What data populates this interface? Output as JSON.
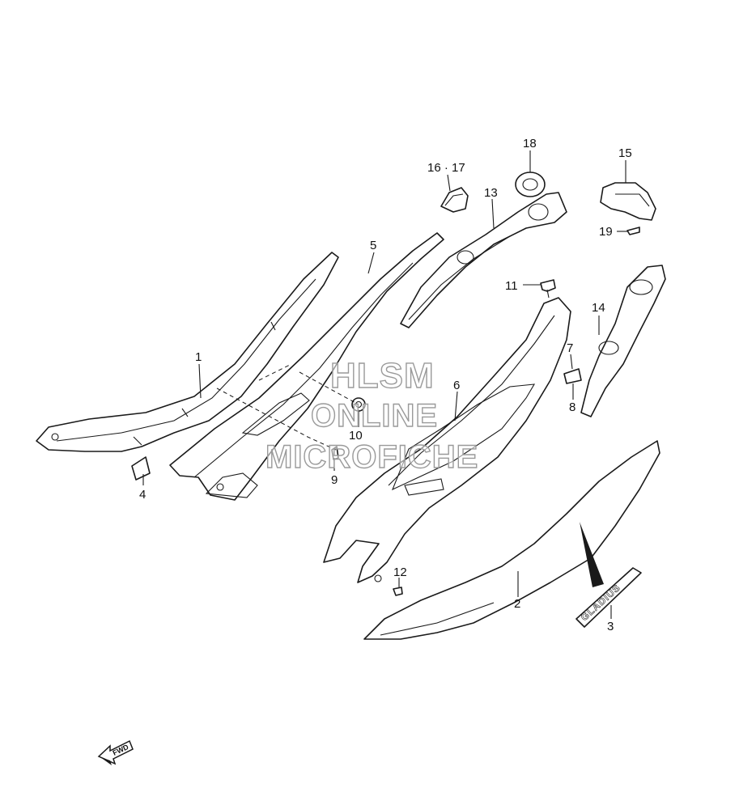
{
  "callouts": {
    "c1": "1",
    "c2": "2",
    "c3": "3",
    "c4": "4",
    "c5": "5",
    "c6": "6",
    "c7": "7",
    "c8": "8",
    "c9": "9",
    "c10": "10",
    "c11": "11",
    "c12": "12",
    "c13": "13",
    "c14": "14",
    "c15": "15",
    "c16_17": "16 · 17",
    "c18": "18",
    "c19": "19"
  },
  "watermark": {
    "line1": "HLSM",
    "line2": "ONLINE",
    "line3": "MICROFICHE"
  },
  "fwd_label": "FWD",
  "emblem_text": "GLADIUS"
}
